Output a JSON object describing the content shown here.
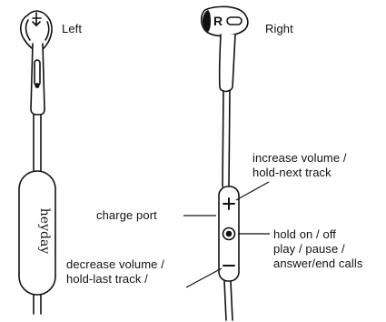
{
  "left_earbud": {
    "label": "Left"
  },
  "right_earbud": {
    "label": "Right",
    "side_mark": "R"
  },
  "left_remote": {
    "brand": "heyday"
  },
  "callouts": {
    "increase_volume": [
      "increase volume /",
      "hold-next track"
    ],
    "charge_port": "charge port",
    "hold_button": [
      "hold on / off",
      "play / pause /",
      "answer/end calls"
    ],
    "decrease_volume": [
      "decrease volume /",
      "hold-last track /"
    ]
  },
  "icons": {
    "plus": "plus-icon",
    "center_button": "circle-button-icon",
    "minus": "minus-icon"
  }
}
